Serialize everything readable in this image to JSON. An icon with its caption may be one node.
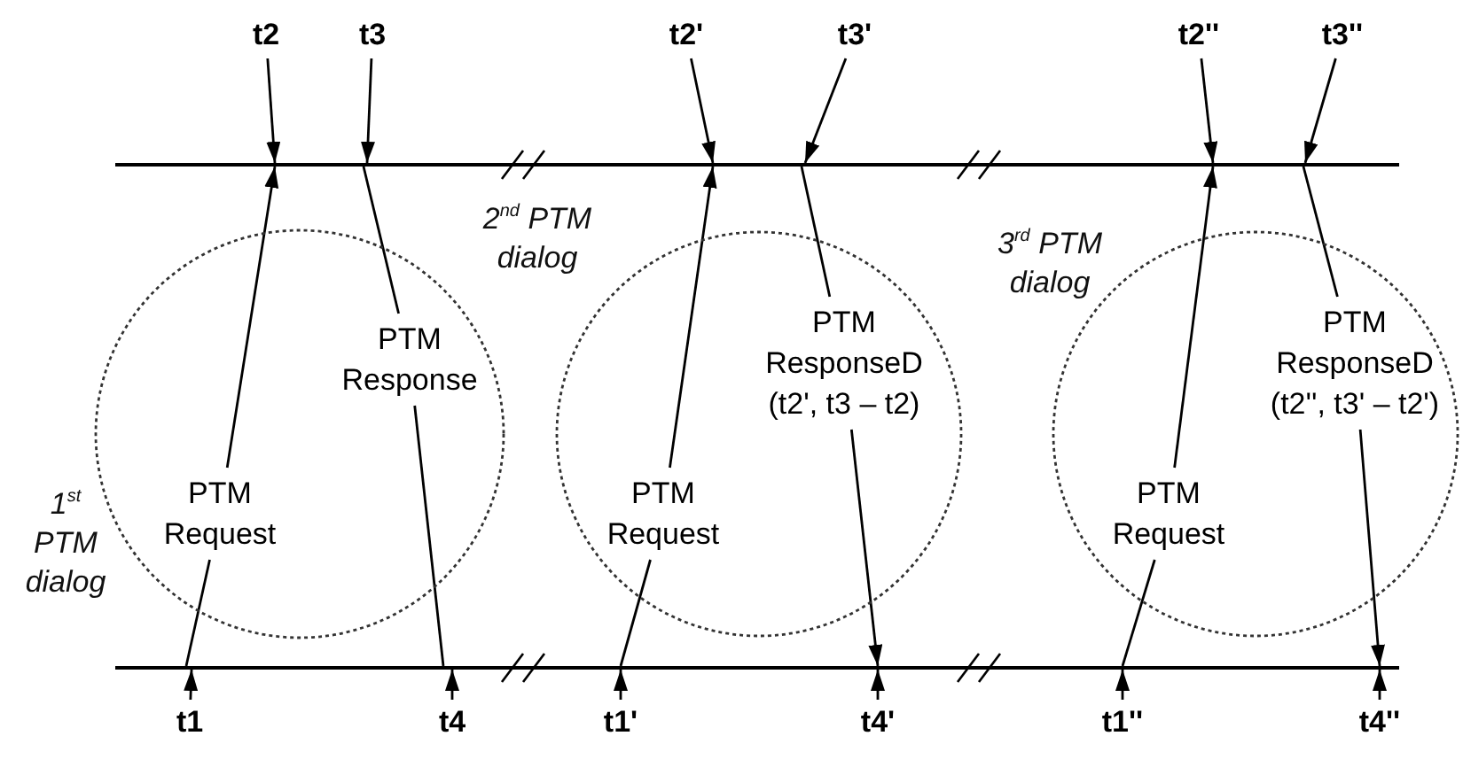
{
  "diagram": {
    "nodes": [
      {
        "text": [
          "t2"
        ]
      },
      {
        "text": [
          "t3"
        ]
      },
      {
        "text": [
          "t2'"
        ]
      },
      {
        "text": [
          "t3'"
        ]
      },
      {
        "text": [
          "t2''"
        ]
      },
      {
        "text": [
          "t3''"
        ]
      },
      {
        "text": [],
        "shape": "bar"
      },
      {
        "text": [
          "1$^{st}$ PTM dialog"
        ]
      },
      {
        "text": [
          "PTM Response"
        ],
        "in": 7
      },
      {
        "text": [
          "PTM Request"
        ],
        "in": 7
      },
      {
        "text": [
          "2$^{nd}$ PTM dialog"
        ]
      },
      {
        "text": [
          "PTM ResponseD (t2', t3 – t2)"
        ],
        "in": 10
      },
      {
        "text": [
          "PTM Request"
        ],
        "in": 10
      },
      {
        "text": [
          "3$^{rd}$ PTM dialog"
        ]
      },
      {
        "text": [
          "PTM ResponseD (t2'', t3' – t2')"
        ],
        "in": 13
      },
      {
        "text": [
          "PTM Request"
        ],
        "in": 13
      },
      {
        "text": [],
        "shape": "bar"
      },
      {
        "text": [
          "t1"
        ]
      },
      {
        "text": [
          "t4"
        ]
      },
      {
        "text": [
          "t1'"
        ]
      },
      {
        "text": [
          "t4'"
        ]
      },
      {
        "text": [
          "t1''"
        ]
      },
      {
        "text": [
          "t4''"
        ]
      }
    ],
    "edges": [
      {
        "from": 0,
        "to": 6,
        "arrow": "to"
      },
      {
        "from": 1,
        "to": 6,
        "arrow": "to"
      },
      {
        "from": 2,
        "to": 6,
        "arrow": "to"
      },
      {
        "from": 3,
        "to": 6,
        "arrow": "to"
      },
      {
        "from": 4,
        "to": 6,
        "arrow": "to"
      },
      {
        "from": 5,
        "to": 6,
        "arrow": "to"
      },
      {
        "from": 16,
        "to": 9,
        "arrow": "none"
      },
      {
        "from": 9,
        "to": 6,
        "arrow": "to"
      },
      {
        "from": 6,
        "to": 8,
        "arrow": "none"
      },
      {
        "from": 8,
        "to": 16,
        "arrow": "none"
      },
      {
        "from": 16,
        "to": 12,
        "arrow": "none"
      },
      {
        "from": 12,
        "to": 6,
        "arrow": "to"
      },
      {
        "from": 6,
        "to": 11,
        "arrow": "none"
      },
      {
        "from": 11,
        "to": 16,
        "arrow": "to"
      },
      {
        "from": 16,
        "to": 15,
        "arrow": "none"
      },
      {
        "from": 15,
        "to": 6,
        "arrow": "to"
      },
      {
        "from": 6,
        "to": 14,
        "arrow": "none"
      },
      {
        "from": 14,
        "to": 16,
        "arrow": "to"
      },
      {
        "from": 17,
        "to": 16,
        "arrow": "to"
      },
      {
        "from": 18,
        "to": 16,
        "arrow": "to"
      },
      {
        "from": 19,
        "to": 16,
        "arrow": "to"
      },
      {
        "from": 20,
        "to": 16,
        "arrow": "to"
      },
      {
        "from": 21,
        "to": 16,
        "arrow": "to"
      },
      {
        "from": 22,
        "to": 16,
        "arrow": "to"
      }
    ]
  }
}
